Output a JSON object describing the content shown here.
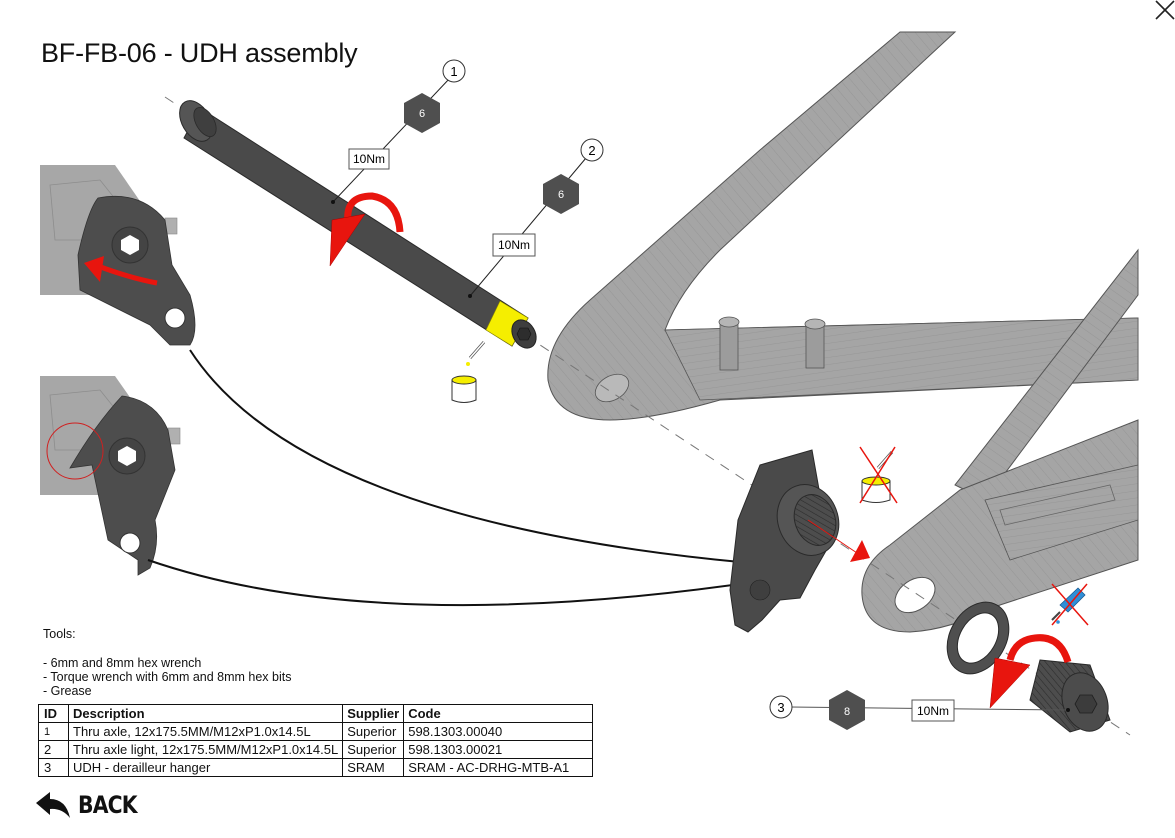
{
  "page": {
    "title": "BF-FB-06 - UDH assembly",
    "close_icon": "close-x-icon"
  },
  "callouts": [
    {
      "id": "1",
      "hex_size": "6",
      "torque": "10Nm"
    },
    {
      "id": "2",
      "hex_size": "6",
      "torque": "10Nm"
    },
    {
      "id": "3",
      "hex_size": "8",
      "torque": "10Nm"
    }
  ],
  "icons": {
    "grease": "grease-pot-icon",
    "no_grease": "no-grease-icon",
    "no_threadlock": "no-threadlocker-icon",
    "rotate_arrow": "rotate-arrow-icon"
  },
  "colors": {
    "part_dark": "#4a4a4a",
    "frame_grey": "#a3a3a3",
    "arrow_red": "#e8150e",
    "grease_yellow": "#f5ee00",
    "threadlock_blue": "#2f8fd8"
  },
  "tools": {
    "header": "Tools:",
    "items": [
      "- 6mm and 8mm hex wrench",
      "- Torque wrench with 6mm and 8mm hex bits",
      "- Grease"
    ]
  },
  "parts_table": {
    "columns": [
      "ID",
      "Description",
      "Supplier",
      "Code"
    ],
    "rows": [
      {
        "id": "1",
        "description": "Thru axle, 12x175.5MM/M12xP1.0x14.5L",
        "supplier": "Superior",
        "code": "598.1303.00040"
      },
      {
        "id": "2",
        "description": "Thru axle light, 12x175.5MM/M12xP1.0x14.5L",
        "supplier": "Superior",
        "code": "598.1303.00021"
      },
      {
        "id": "3",
        "description": "UDH - derailleur hanger",
        "supplier": "SRAM",
        "code": "SRAM - AC-DRHG-MTB-A1"
      }
    ]
  },
  "navigation": {
    "back_label": "BACK"
  }
}
